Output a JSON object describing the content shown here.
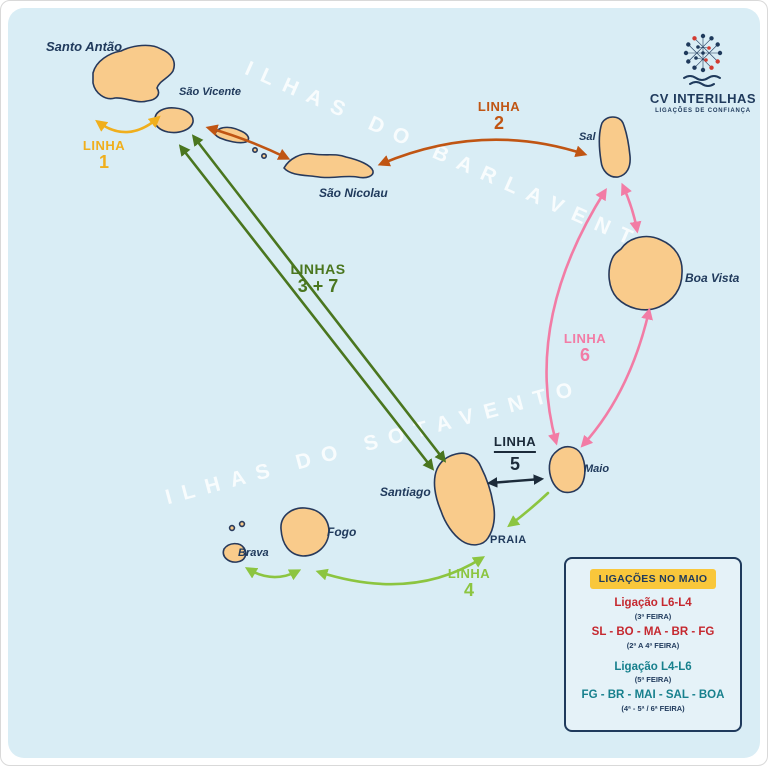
{
  "logo": {
    "title": "CV INTERILHAS",
    "tagline": "LIGAÇÕES DE CONFIANÇA"
  },
  "watermarks": {
    "barlavento": "ILHAS DO BARLAVENTO",
    "sotavento": "ILHAS DO SOTAVENTO"
  },
  "islands": [
    {
      "name": "Santo Antão"
    },
    {
      "name": "São Vicente"
    },
    {
      "name": "São Nicolau"
    },
    {
      "name": "Sal"
    },
    {
      "name": "Boa Vista"
    },
    {
      "name": "Maio"
    },
    {
      "name": "Santiago"
    },
    {
      "name": "Fogo"
    },
    {
      "name": "Brava"
    }
  ],
  "cities": [
    {
      "name": "PRAIA"
    }
  ],
  "routes": [
    {
      "id": "linha-1",
      "label": "LINHA",
      "number": "1",
      "color": "#F0AF1D",
      "connects": [
        "Santo Antão",
        "São Vicente"
      ]
    },
    {
      "id": "linha-2",
      "label": "LINHA",
      "number": "2",
      "color": "#C05513",
      "connects": [
        "São Vicente",
        "São Nicolau",
        "Sal"
      ]
    },
    {
      "id": "linhas-3-7",
      "label": "LINHAS",
      "number": "3 + 7",
      "color": "#4A761F",
      "connects": [
        "São Vicente",
        "Santiago"
      ]
    },
    {
      "id": "linha-4",
      "label": "LINHA",
      "number": "4",
      "color": "#8CC540",
      "connects": [
        "Brava",
        "Fogo",
        "PRAIA"
      ]
    },
    {
      "id": "linha-5",
      "label": "LINHA",
      "number": "5",
      "color": "#1C2B3A",
      "connects": [
        "Santiago",
        "Maio"
      ]
    },
    {
      "id": "linha-6",
      "label": "LINHA",
      "number": "6",
      "color": "#F27CA5",
      "connects": [
        "Sal",
        "Boa Vista",
        "Maio"
      ]
    }
  ],
  "legend": {
    "title": "LIGAÇÕES NO MAIO",
    "entries": [
      {
        "text": "Ligação L6-L4",
        "sub": "(3ª FEIRA)",
        "color": "#C5282F"
      },
      {
        "text": "SL - BO - MA - BR - FG",
        "sub": "(2ª A 4ª FEIRA)",
        "color": "#C5282F"
      },
      {
        "text": "Ligação L4-L6",
        "sub": "(5ª FEIRA)",
        "color": "#17808D"
      },
      {
        "text": "FG - BR - MAI - SAL - BOA",
        "sub": "(4ª - 5ª / 6ª FEIRA)",
        "color": "#17808D"
      }
    ]
  },
  "colors": {
    "sea": "#D9EDF5",
    "island_fill": "#F9CB8B",
    "island_stroke": "#27395B"
  }
}
